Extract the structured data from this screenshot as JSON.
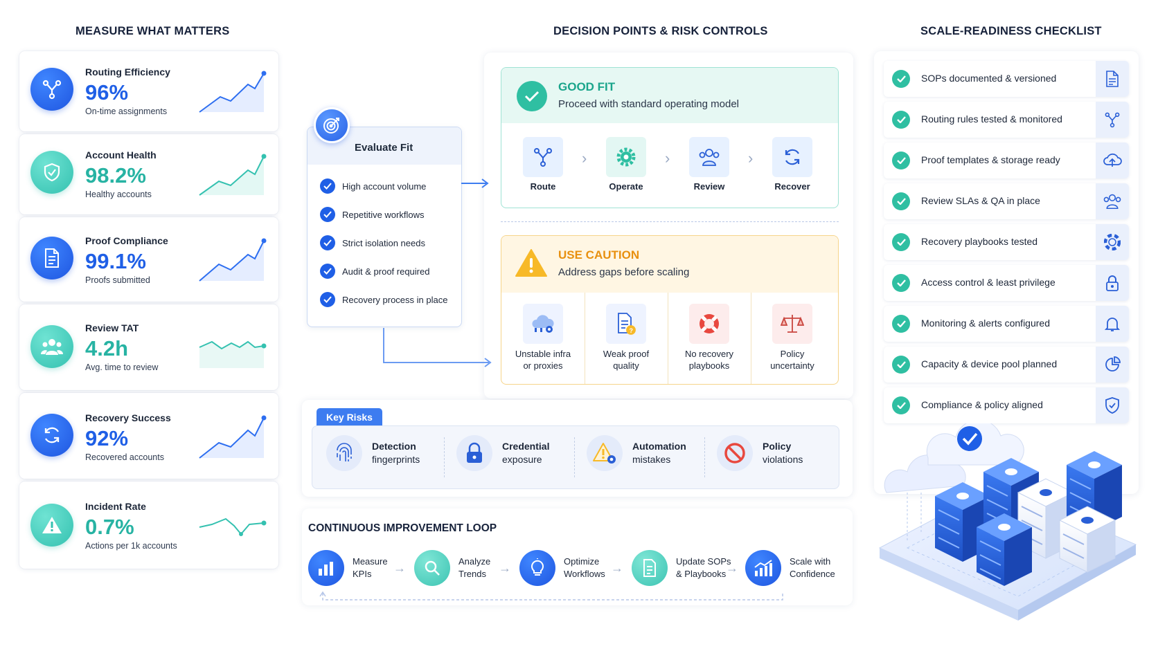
{
  "titles": {
    "measure": "MEASURE WHAT MATTERS",
    "decision": "DECISION POINTS & RISK CONTROLS",
    "scale": "SCALE-READINESS CHECKLIST",
    "loop": "CONTINUOUS IMPROVEMENT LOOP"
  },
  "kpis": [
    {
      "label": "Routing Efficiency",
      "value": "96%",
      "sub": "On-time assignments",
      "icon": "routing-icon",
      "color": "#1f5fe6"
    },
    {
      "label": "Account Health",
      "value": "98.2%",
      "sub": "Healthy accounts",
      "icon": "shield-icon",
      "color": "#27b3a3"
    },
    {
      "label": "Proof Compliance",
      "value": "99.1%",
      "sub": "Proofs submitted",
      "icon": "document-icon",
      "color": "#1f5fe6"
    },
    {
      "label": "Review TAT",
      "value": "4.2h",
      "sub": "Avg. time to review",
      "icon": "people-icon",
      "color": "#27b3a3"
    },
    {
      "label": "Recovery Success",
      "value": "92%",
      "sub": "Recovered accounts",
      "icon": "refresh-icon",
      "color": "#1f5fe6"
    },
    {
      "label": "Incident Rate",
      "value": "0.7%",
      "sub": "Actions per 1k accounts",
      "icon": "warning-icon",
      "color": "#27b3a3"
    }
  ],
  "evaluate": {
    "title": "Evaluate Fit",
    "items": [
      "High account volume",
      "Repetitive workflows",
      "Strict isolation needs",
      "Audit & proof required",
      "Recovery process in place"
    ]
  },
  "good_fit": {
    "title": "GOOD FIT",
    "subtitle": "Proceed with standard operating model",
    "steps": [
      "Route",
      "Operate",
      "Review",
      "Recover"
    ]
  },
  "caution": {
    "title": "USE CAUTION",
    "subtitle": "Address gaps before scaling",
    "items": [
      {
        "l1": "Unstable infra",
        "l2": "or proxies"
      },
      {
        "l1": "Weak proof",
        "l2": "quality"
      },
      {
        "l1": "No recovery",
        "l2": "playbooks"
      },
      {
        "l1": "Policy",
        "l2": "uncertainty"
      }
    ]
  },
  "risks": {
    "tag": "Key Risks",
    "items": [
      {
        "l1": "Detection",
        "l2": "fingerprints",
        "icon": "fingerprint-icon"
      },
      {
        "l1": "Credential",
        "l2": "exposure",
        "icon": "lock-icon"
      },
      {
        "l1": "Automation",
        "l2": "mistakes",
        "icon": "warning-gear-icon"
      },
      {
        "l1": "Policy",
        "l2": "violations",
        "icon": "no-entry-icon"
      }
    ]
  },
  "loop": [
    {
      "l1": "Measure",
      "l2": "KPIs",
      "icon": "bar-chart-icon"
    },
    {
      "l1": "Analyze",
      "l2": "Trends",
      "icon": "magnifier-icon"
    },
    {
      "l1": "Optimize",
      "l2": "Workflows",
      "icon": "lightbulb-icon"
    },
    {
      "l1": "Update SOPs",
      "l2": "& Playbooks",
      "icon": "document-icon"
    },
    {
      "l1": "Scale with",
      "l2": "Confidence",
      "icon": "growth-chart-icon"
    }
  ],
  "checklist": [
    {
      "text": "SOPs documented & versioned",
      "icon": "document-icon"
    },
    {
      "text": "Routing rules tested & monitored",
      "icon": "routing-icon"
    },
    {
      "text": "Proof templates & storage ready",
      "icon": "cloud-upload-icon"
    },
    {
      "text": "Review SLAs & QA in place",
      "icon": "people-icon"
    },
    {
      "text": "Recovery playbooks tested",
      "icon": "lifebuoy-icon"
    },
    {
      "text": "Access control & least privilege",
      "icon": "lock-icon"
    },
    {
      "text": "Monitoring & alerts configured",
      "icon": "bell-icon"
    },
    {
      "text": "Capacity & device pool planned",
      "icon": "pie-chart-icon"
    },
    {
      "text": "Compliance & policy aligned",
      "icon": "shield-icon"
    }
  ]
}
